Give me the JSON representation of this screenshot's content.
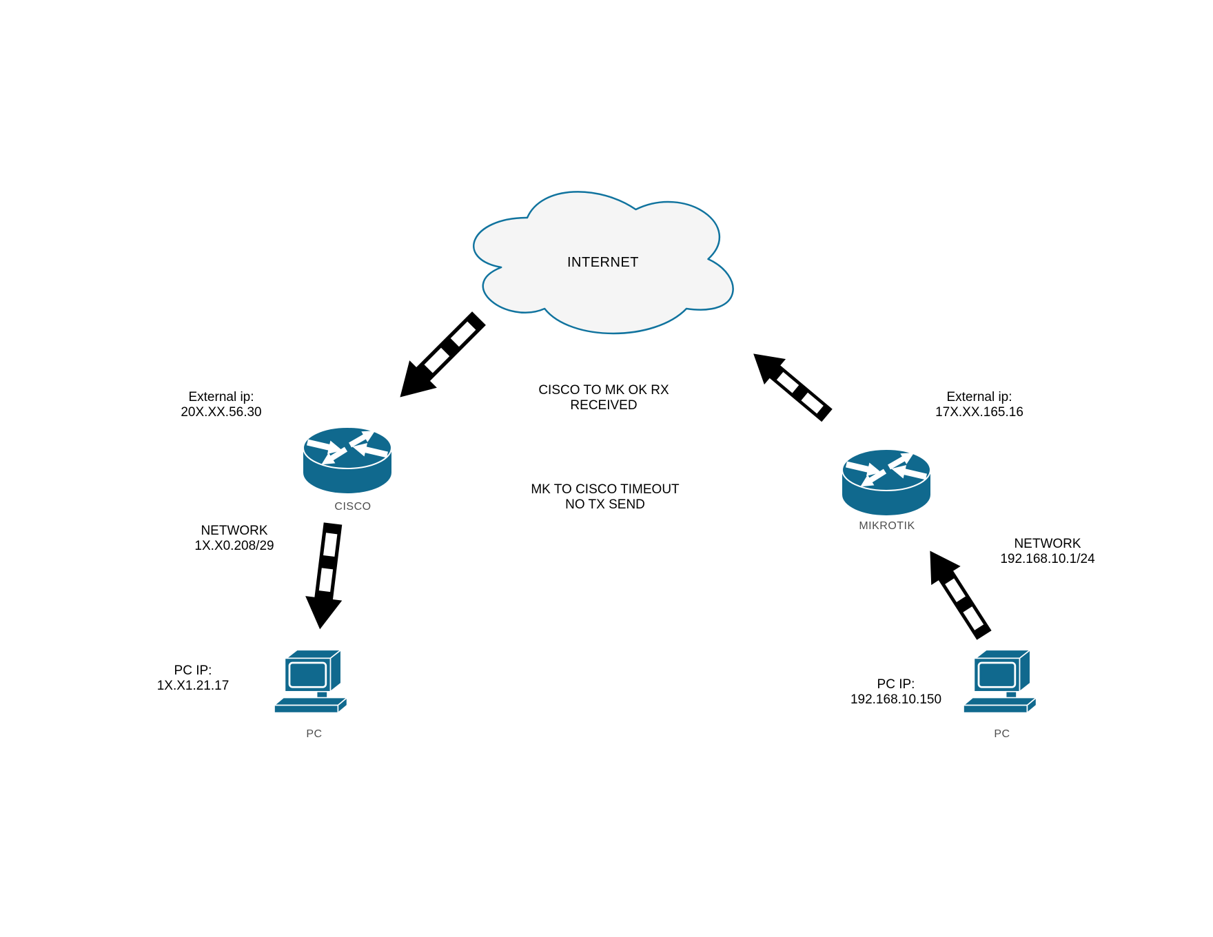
{
  "colors": {
    "node_fill": "#10698e",
    "cloud_stroke": "#10739e",
    "cloud_fill": "#f5f5f5",
    "arrow": "#000000",
    "text": "#000000",
    "node_label_text": "#4d4d4d"
  },
  "cloud": {
    "icon": "cloud-icon",
    "label": "INTERNET"
  },
  "nodes": {
    "cisco": {
      "icon": "router-icon",
      "label": "CISCO"
    },
    "mikrotik": {
      "icon": "router-icon",
      "label": "MIKROTIK"
    },
    "pc_left": {
      "icon": "pc-icon",
      "label": "PC"
    },
    "pc_right": {
      "icon": "pc-icon",
      "label": "PC"
    }
  },
  "annotations": {
    "cisco_external_ip": {
      "line1": "External ip:",
      "line2": "20X.XX.56.30"
    },
    "mikrotik_external_ip": {
      "line1": "External ip:",
      "line2": "17X.XX.165.16"
    },
    "cisco_network": {
      "line1": "NETWORK",
      "line2": "1X.X0.208/29"
    },
    "mikrotik_network": {
      "line1": "NETWORK",
      "line2": "192.168.10.1/24"
    },
    "pc_left_ip": {
      "line1": "PC IP:",
      "line2": "1X.X1.21.17"
    },
    "pc_right_ip": {
      "line1": "PC IP:",
      "line2": "192.168.10.150"
    },
    "rx_status": {
      "line1": "CISCO TO MK OK RX",
      "line2": "RECEIVED"
    },
    "tx_status": {
      "line1": "MK TO CISCO TIMEOUT",
      "line2": "NO TX SEND"
    }
  },
  "arrows": [
    {
      "id": "internet-to-cisco",
      "style": "striped",
      "direction": "down-left"
    },
    {
      "id": "mikrotik-to-internet",
      "style": "striped",
      "direction": "up-left"
    },
    {
      "id": "cisco-to-pc",
      "style": "striped",
      "direction": "down"
    },
    {
      "id": "pc-to-mikrotik",
      "style": "striped",
      "direction": "up-left"
    }
  ]
}
